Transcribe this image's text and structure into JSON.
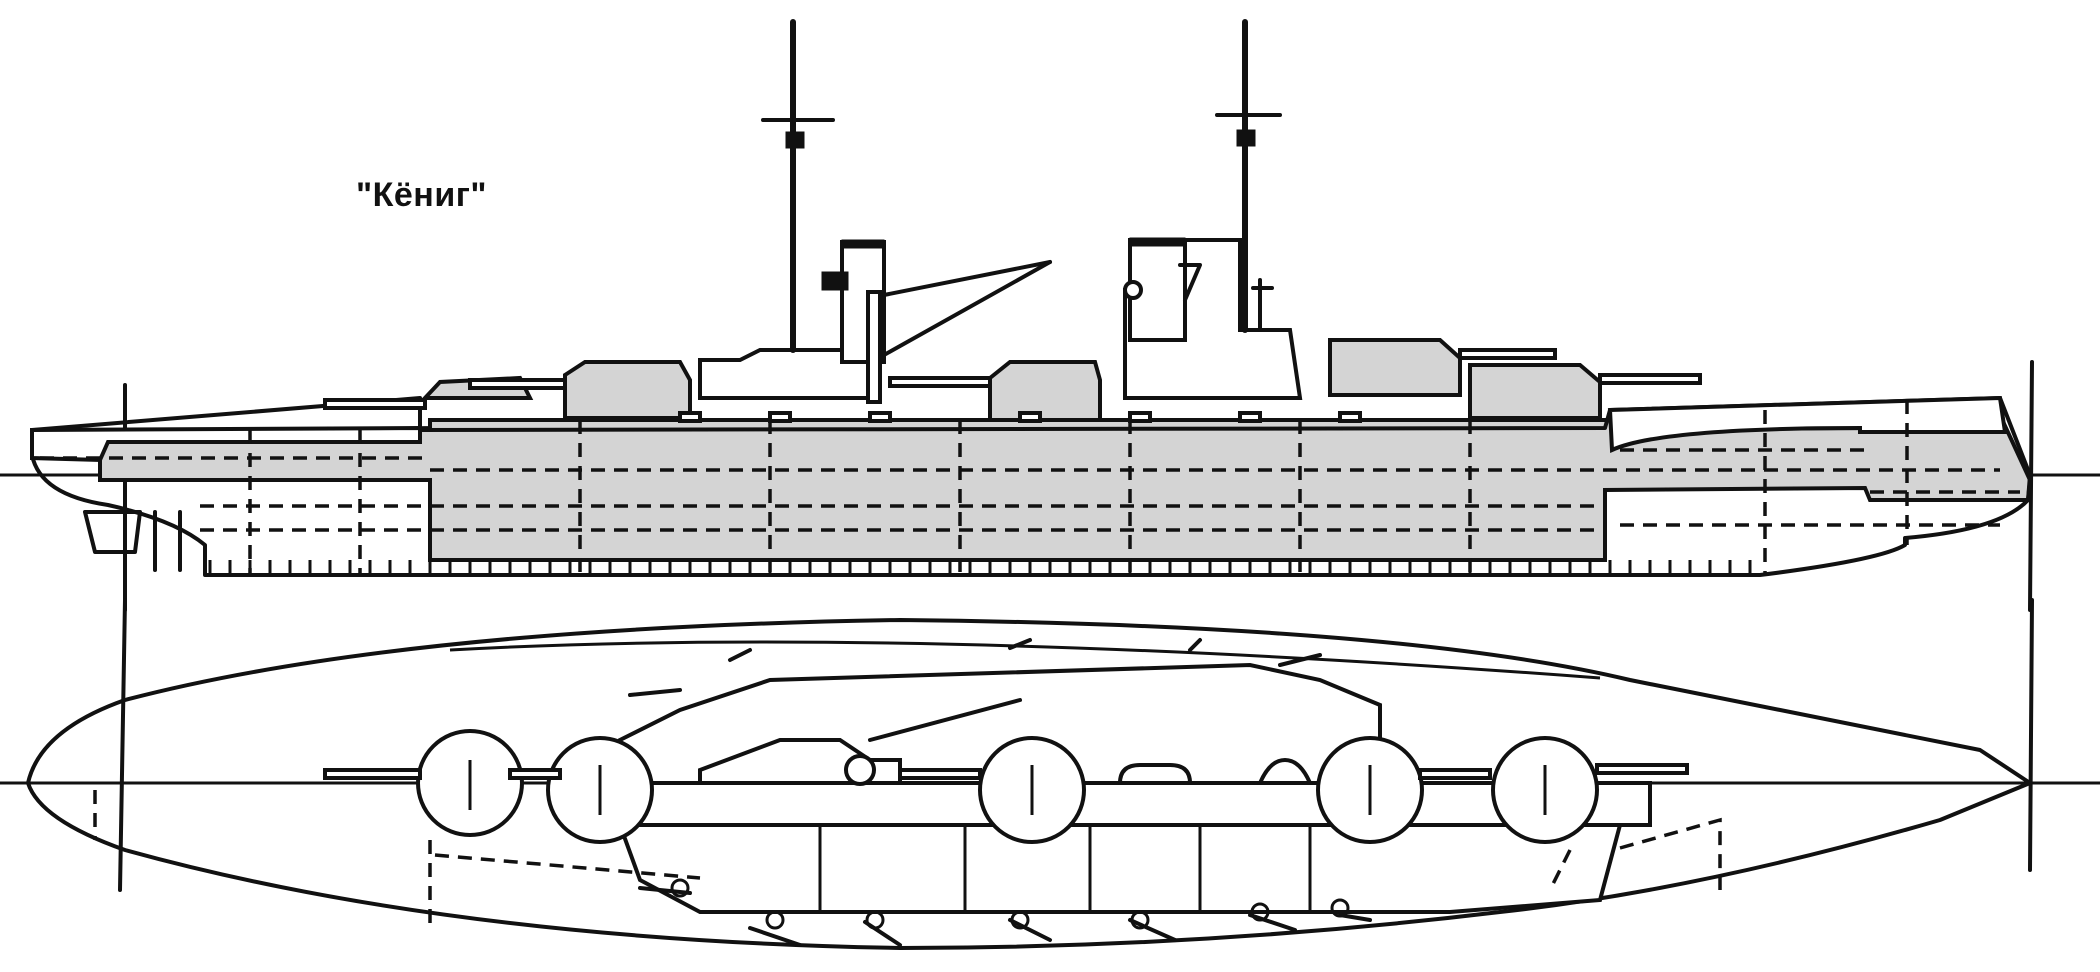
{
  "drawing": {
    "title": "\"Кёниг\"",
    "subject": "battleship-line-drawing",
    "views": [
      {
        "name": "side-elevation",
        "label": ""
      },
      {
        "name": "plan-view",
        "label": ""
      }
    ],
    "colors": {
      "ink": "#111111",
      "armor_shading": "#d4d4d4",
      "background": "#ffffff"
    },
    "features": {
      "masts": 2,
      "funnels": 2,
      "main_turrets_side_view": 5,
      "main_turrets_plan_view": 5,
      "boat_crane": 1
    }
  }
}
